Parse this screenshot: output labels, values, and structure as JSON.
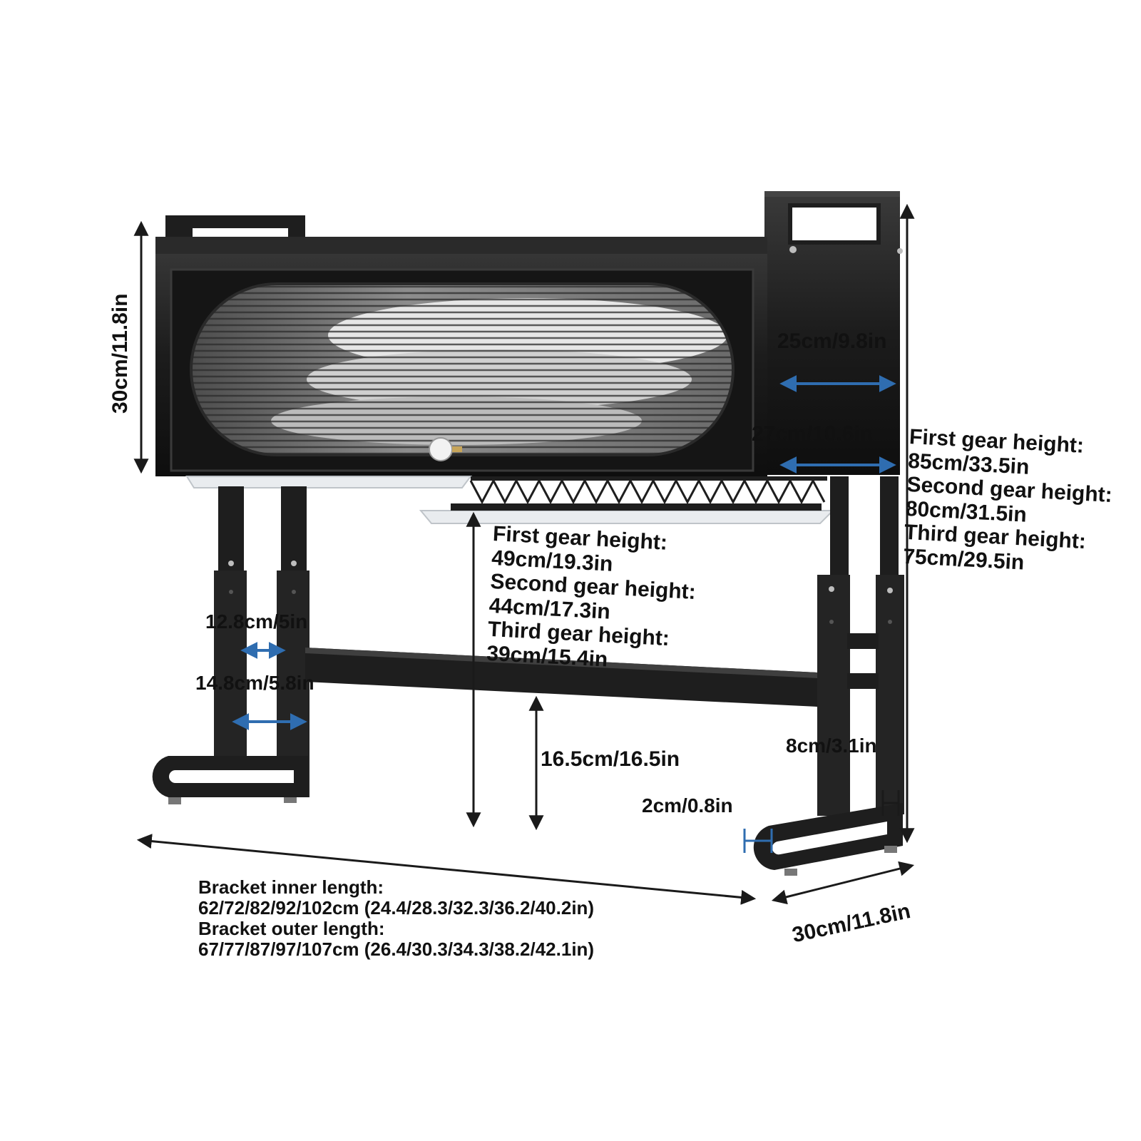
{
  "colors": {
    "frame": "#1c1c1c",
    "frame_highlight": "#4a4a4a",
    "window_glass": "#9a9a9a",
    "plates": "#e6e6e6",
    "tray": "#e9ecef",
    "arrow_black": "#1a1a1a",
    "arrow_blue": "#2f6db0",
    "text": "#111111",
    "background": "#ffffff"
  },
  "icons": {
    "cabinet": "dish-rack-cabinet-illustration",
    "arrows": "double-headed-arrow"
  },
  "labels": {
    "cabinet_height": "30cm/11.8in",
    "side_width_top": "25cm/9.8in",
    "side_width_bottom": "27cm/10.6in",
    "total_height": {
      "first": "First gear height:",
      "first_value": "85cm/33.5in",
      "second": "Second gear height:",
      "second_value": "80cm/31.5in",
      "third": "Third gear height:",
      "third_value": "75cm/29.5in"
    },
    "clearance_height": {
      "first": "First gear height:",
      "first_value": "49cm/19.3in",
      "second": "Second gear height:",
      "second_value": "44cm/17.3in",
      "third": "Third gear height:",
      "third_value": "39cm/15.4in"
    },
    "leg_inner": "12.8cm/5in",
    "leg_outer": "14.8cm/5.8in",
    "crossbar_height": "16.5cm/16.5in",
    "leg_width": "8cm/3.1in",
    "foot_height": "2cm/0.8in",
    "depth": "30cm/11.8in",
    "bracket": {
      "inner_title": "Bracket inner length:",
      "inner_values": "62/72/82/92/102cm (24.4/28.3/32.3/36.2/40.2in)",
      "outer_title": "Bracket outer length:",
      "outer_values": "67/77/87/97/107cm (26.4/30.3/34.3/38.2/42.1in)"
    }
  }
}
